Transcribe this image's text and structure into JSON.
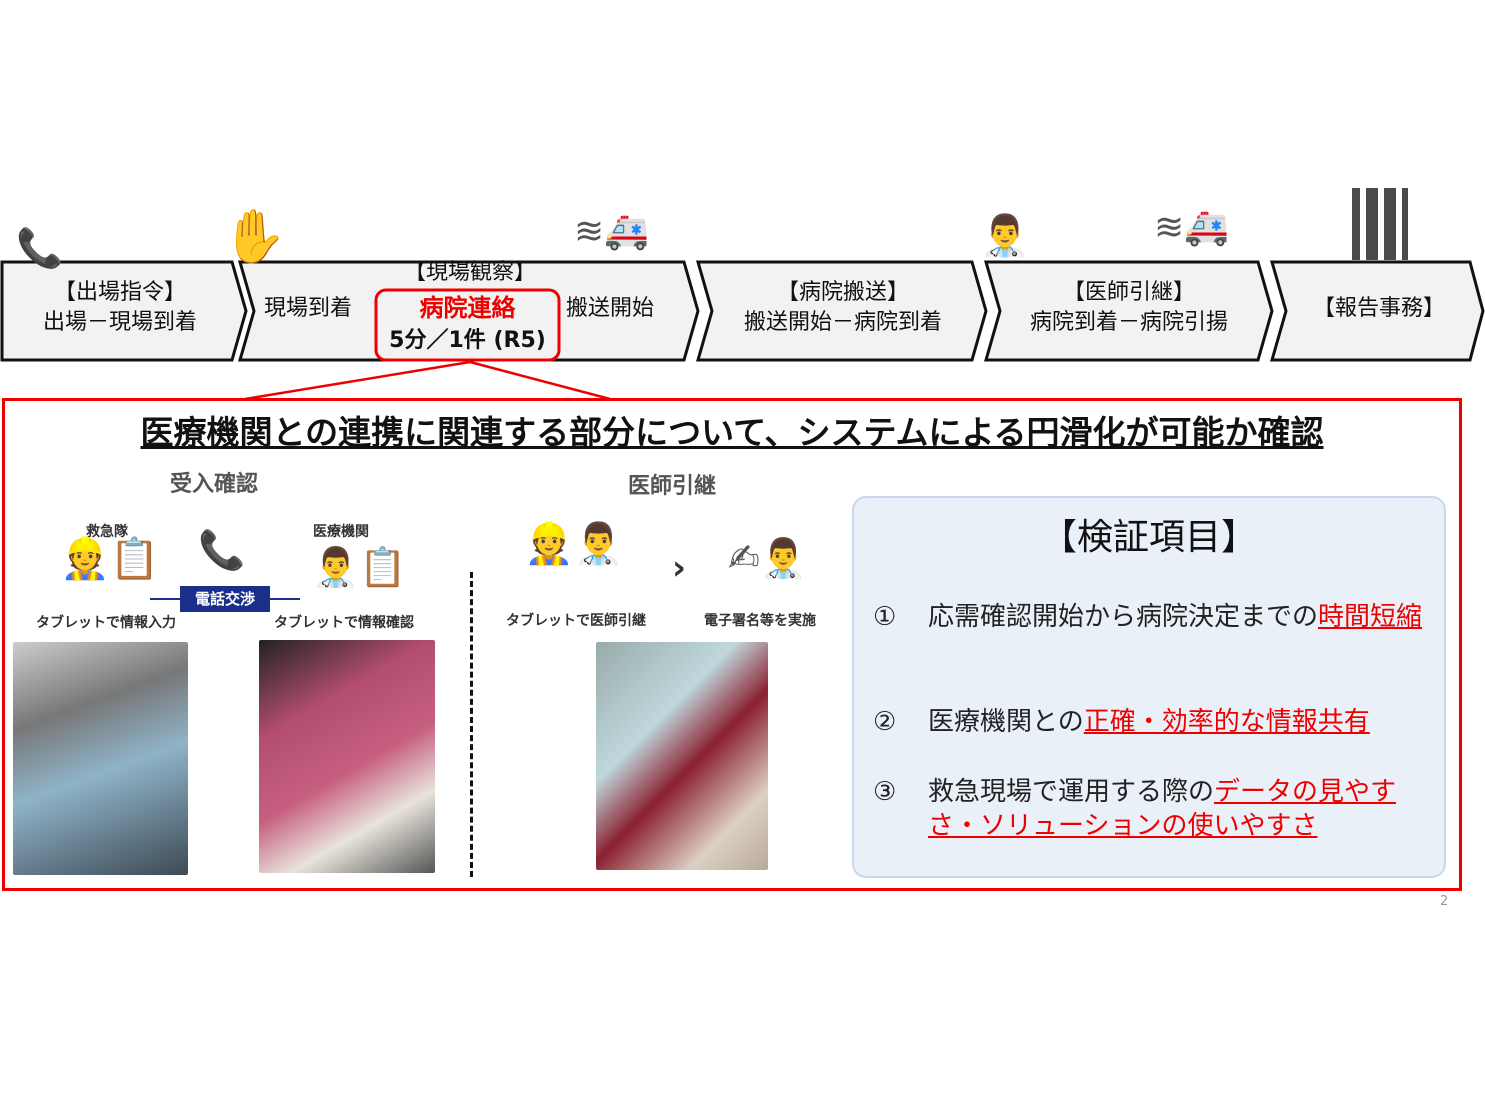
{
  "flow": [
    {
      "title": "【出場指令】",
      "sub": "出場－現場到着",
      "icon": "phone-icon"
    },
    {
      "title": "【現場観察】",
      "left": "現場到着",
      "highlight": "病院連絡",
      "time": "5分／1件 (R5)",
      "right": "搬送開始",
      "icon": "hand-icon"
    },
    {
      "title": "【病院搬送】",
      "sub": "搬送開始－病院到着",
      "icon": "ambulance-icon"
    },
    {
      "title": "【医師引継】",
      "sub": "病院到着－病院引揚",
      "icon": "doctor-icon"
    },
    {
      "title": "【報告事務】",
      "icon": "building-icon"
    }
  ],
  "main": {
    "heading": "医療機関との連携に関連する部分について、システムによる円滑化が可能か確認",
    "acceptance": {
      "title": "受入確認",
      "ems": "救急隊",
      "hospital": "医療機関",
      "phone": "電話交渉",
      "cap_left": "タブレットで情報入力",
      "cap_right": "タブレットで情報確認"
    },
    "handover": {
      "title": "医師引継",
      "cap_left": "タブレットで医師引継",
      "cap_right": "電子署名等を実施"
    },
    "verify": {
      "title": "【検証項目】",
      "items": [
        {
          "num": "①",
          "text": "応需確認開始から病院決定までの",
          "hl": "時間短縮"
        },
        {
          "num": "②",
          "text": "医療機関との",
          "hl": "正確・効率的な情報共有"
        },
        {
          "num": "③",
          "text": "救急現場で運用する際の",
          "hl": "データの見やすさ・ソリューションの使いやすさ"
        }
      ]
    }
  },
  "page_number": "2",
  "colors": {
    "accent": "#e00000",
    "navy": "#1a2f8a",
    "panel": "#e9f0f8"
  }
}
